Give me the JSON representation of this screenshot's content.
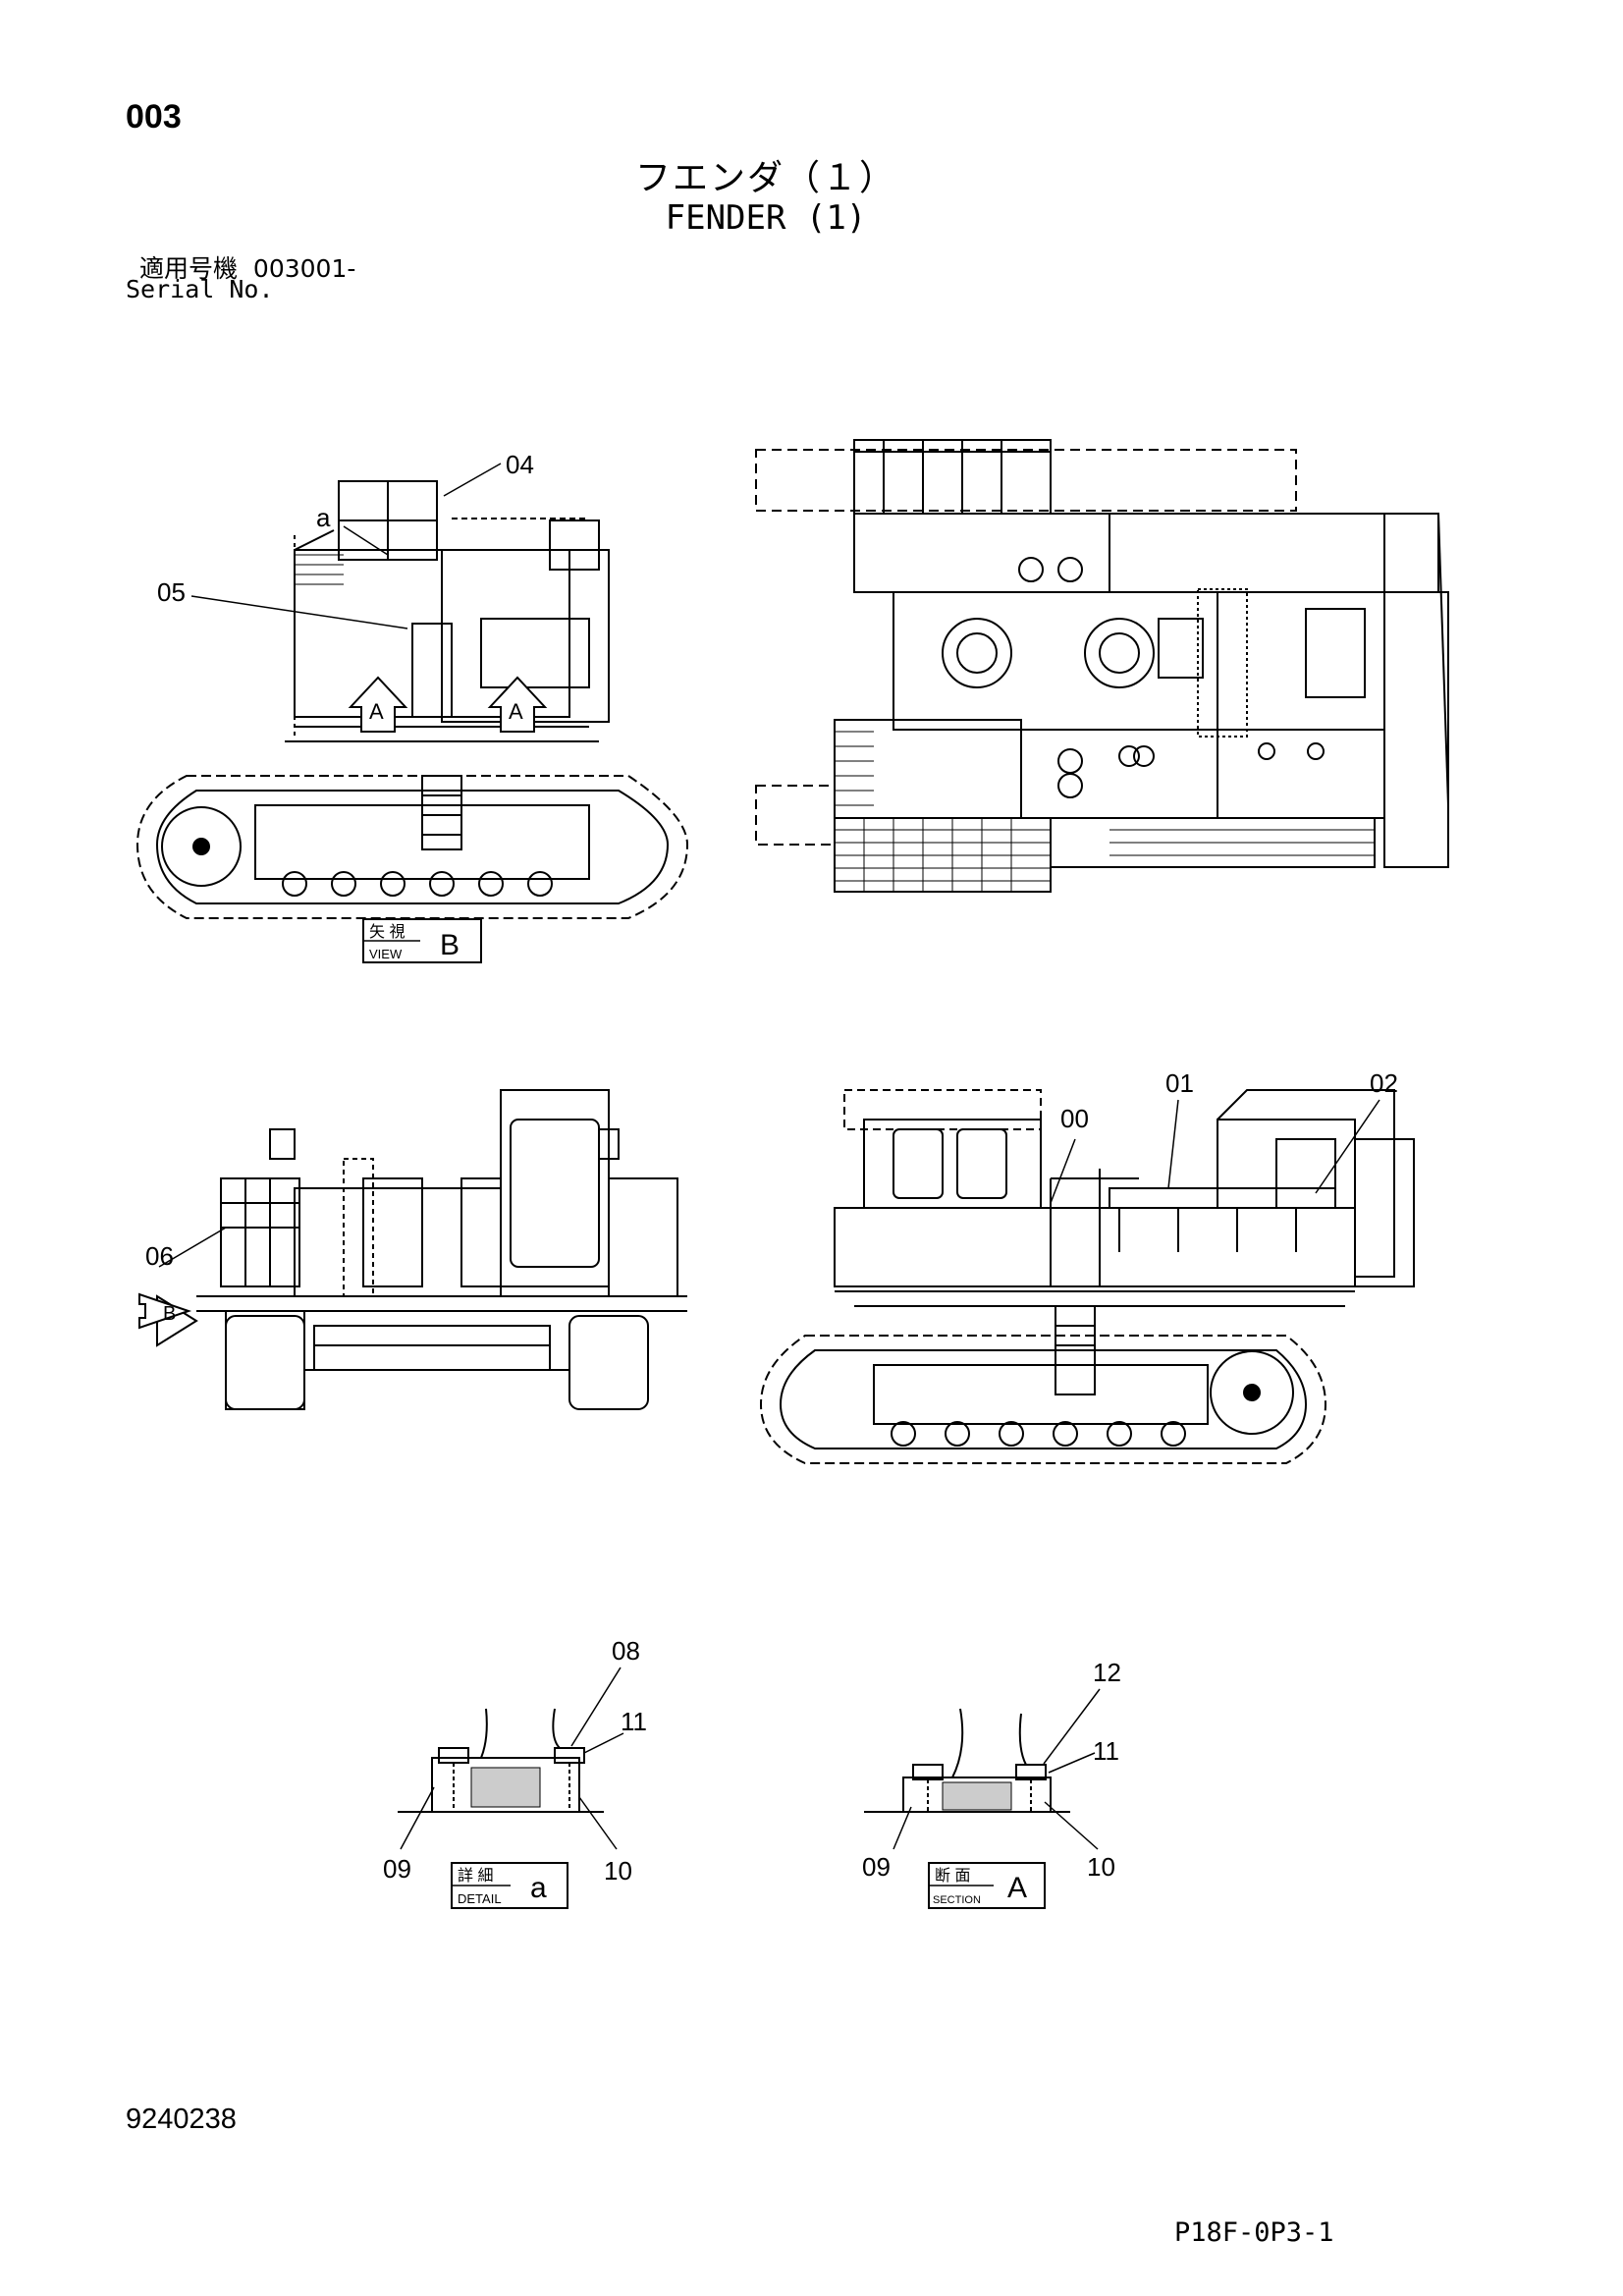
{
  "header": {
    "page_number": "003",
    "title_jp": "フエンダ（１）",
    "title_en": "FENDER (1)",
    "serial_label_jp": "適用号機",
    "serial_value": "003001-",
    "serial_label_en": "Serial No."
  },
  "callouts": {
    "c04": "04",
    "ca": "a",
    "c05": "05",
    "cA1": "A",
    "cA2": "A",
    "c01": "01",
    "c00": "00",
    "c02": "02",
    "c06": "06",
    "cB": "B",
    "c08": "08",
    "c11a": "11",
    "c09a": "09",
    "c10a": "10",
    "c12": "12",
    "c11b": "11",
    "c09b": "09",
    "c10b": "10"
  },
  "view_boxes": {
    "view_b": {
      "jp": "矢 視",
      "en": "VIEW",
      "letter": "B"
    },
    "detail_a": {
      "jp": "詳 細",
      "en": "DETAIL",
      "letter": "a"
    },
    "section_a": {
      "jp": "断 面",
      "en": "SECTION",
      "letter": "A"
    }
  },
  "footer": {
    "drawing_number": "9240238",
    "sheet_code": "P18F-0P3-1"
  }
}
